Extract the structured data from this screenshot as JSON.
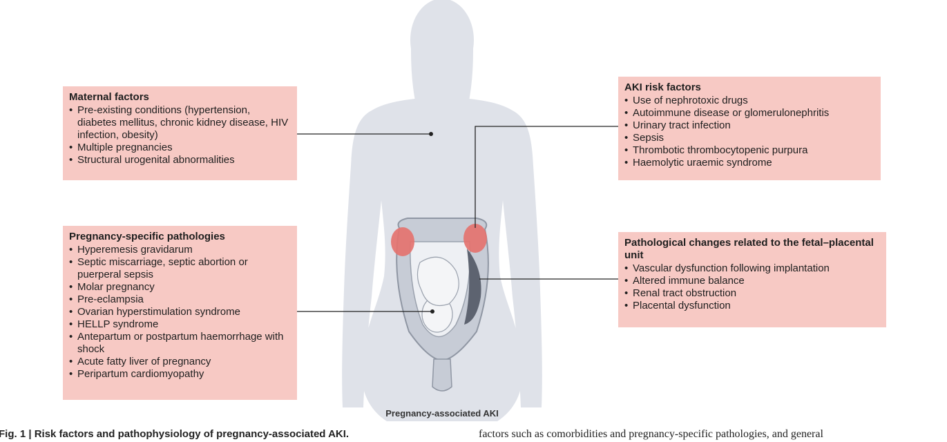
{
  "boxes": {
    "maternal": {
      "title": "Maternal factors",
      "items": [
        "Pre-existing conditions (hypertension, diabetes mellitus, chronic kidney disease, HIV infection, obesity)",
        "Multiple pregnancies",
        "Structural urogenital abnormalities"
      ]
    },
    "aki_risk": {
      "title": "AKI risk factors",
      "items": [
        "Use of nephrotoxic drugs",
        "Autoimmune disease or glomerulonephritis",
        "Urinary tract infection",
        "Sepsis",
        "Thrombotic thrombocytopenic purpura",
        "Haemolytic uraemic syndrome"
      ]
    },
    "pregnancy": {
      "title": "Pregnancy-specific pathologies",
      "items": [
        "Hyperemesis gravidarum",
        "Septic miscarriage, septic abortion or puerperal sepsis",
        "Molar pregnancy",
        "Pre-eclampsia",
        "Ovarian hyperstimulation syndrome",
        "HELLP syndrome",
        "Antepartum or postpartum haemorrhage with shock",
        "Acute fatty liver of pregnancy",
        "Peripartum cardiomyopathy"
      ]
    },
    "pathological": {
      "title": "Pathological changes related to the fetal–placental unit",
      "items": [
        "Vascular dysfunction following implantation",
        "Altered immune balance",
        "Renal tract obstruction",
        "Placental dysfunction"
      ]
    }
  },
  "center_label": "Pregnancy-associated AKI",
  "caption": {
    "left": "Fig. 1 | Risk factors and pathophysiology of pregnancy-associated AKI.",
    "right": "factors such as comorbidities and pregnancy-specific pathologies, and general"
  },
  "colors": {
    "box_fill": "#f7c9c4",
    "silhouette": "#dfe2e9",
    "kidney": "#e4736f",
    "uterus": "#c7ccd6",
    "placenta": "#5d6370",
    "connector": "#222222"
  }
}
